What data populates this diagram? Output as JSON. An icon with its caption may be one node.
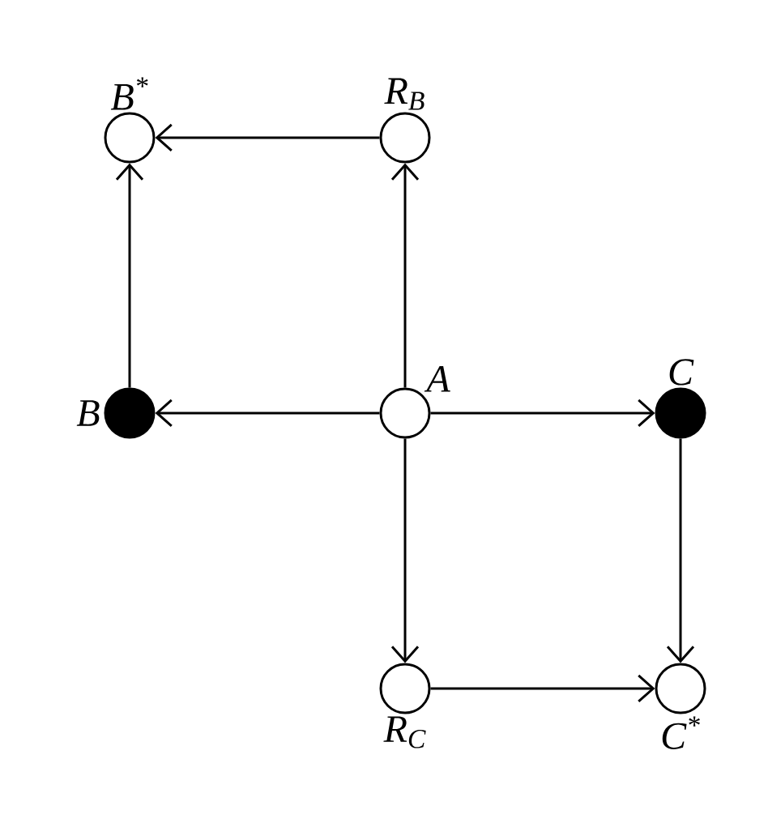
{
  "diagram": {
    "nodes": [
      {
        "text": [],
        "shape": "circle",
        "beside": [
          "B$^{*}$"
        ]
      },
      {
        "text": [],
        "shape": "circle",
        "beside": [
          "R$_{B}$"
        ]
      },
      {
        "text": [],
        "shape": "dot",
        "beside": [
          "B"
        ]
      },
      {
        "text": [],
        "shape": "circle",
        "beside": [
          "A"
        ]
      },
      {
        "text": [],
        "shape": "dot",
        "beside": [
          "C"
        ]
      },
      {
        "text": [],
        "shape": "circle",
        "beside": [
          "R$_{C}$"
        ]
      },
      {
        "text": [],
        "shape": "circle",
        "beside": [
          "C$^{*}$"
        ]
      }
    ],
    "edges": [
      {
        "from": 1,
        "to": 0,
        "arrow": "to"
      },
      {
        "from": 2,
        "to": 0,
        "arrow": "to"
      },
      {
        "from": 3,
        "to": 1,
        "arrow": "to"
      },
      {
        "from": 3,
        "to": 2,
        "arrow": "to"
      },
      {
        "from": 3,
        "to": 4,
        "arrow": "to"
      },
      {
        "from": 3,
        "to": 5,
        "arrow": "to"
      },
      {
        "from": 4,
        "to": 6,
        "arrow": "to"
      },
      {
        "from": 5,
        "to": 6,
        "arrow": "to"
      }
    ]
  }
}
